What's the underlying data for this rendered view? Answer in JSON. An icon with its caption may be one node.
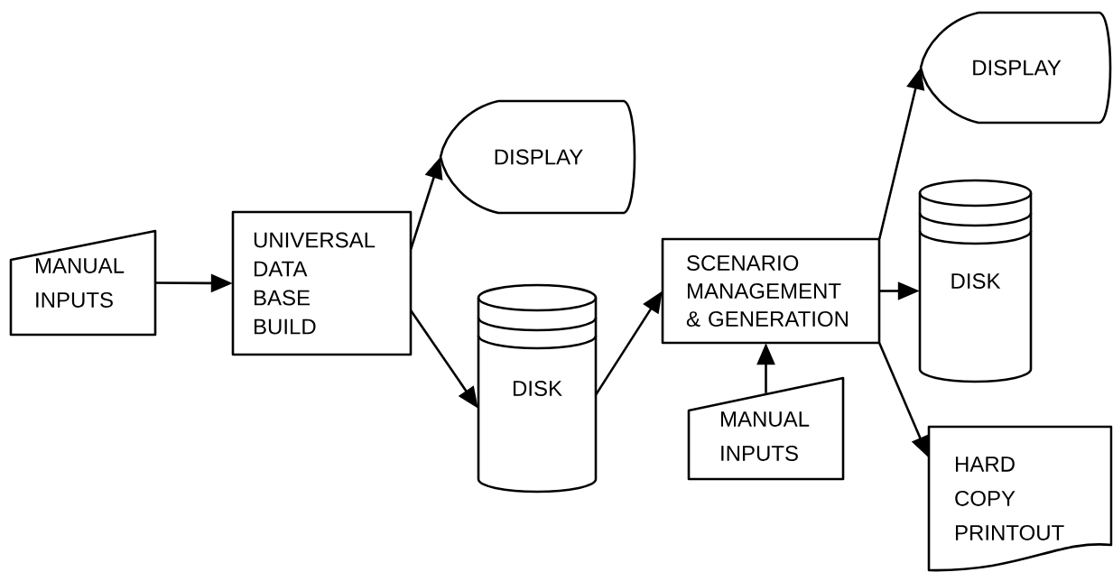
{
  "diagram": {
    "nodes": [
      {
        "text": [
          "MANUAL INPUTS"
        ]
      },
      {
        "text": [
          "UNIVERSAL DATA BASE BUILD"
        ]
      },
      {
        "text": [
          "DISPLAY"
        ]
      },
      {
        "text": [
          "DISK"
        ]
      },
      {
        "text": [
          "SCENARIO MANAGEMENT & GENERATION"
        ]
      },
      {
        "text": [
          "DISK"
        ]
      },
      {
        "text": [
          "MANUAL INPUTS"
        ]
      },
      {
        "text": [
          "DISPLAY"
        ]
      },
      {
        "text": [
          "HARD COPY PRINTOUT"
        ]
      }
    ],
    "edges": [
      {
        "from": 0,
        "to": 1,
        "arrow": "to"
      },
      {
        "from": 1,
        "to": 2,
        "arrow": "to"
      },
      {
        "from": 1,
        "to": 3,
        "arrow": "to"
      },
      {
        "from": 3,
        "to": 4,
        "arrow": "to"
      },
      {
        "from": 6,
        "to": 4,
        "arrow": "to"
      },
      {
        "from": 4,
        "to": 7,
        "arrow": "to"
      },
      {
        "from": 4,
        "to": 5,
        "arrow": "to"
      },
      {
        "from": 4,
        "to": 8,
        "arrow": "to"
      }
    ]
  }
}
